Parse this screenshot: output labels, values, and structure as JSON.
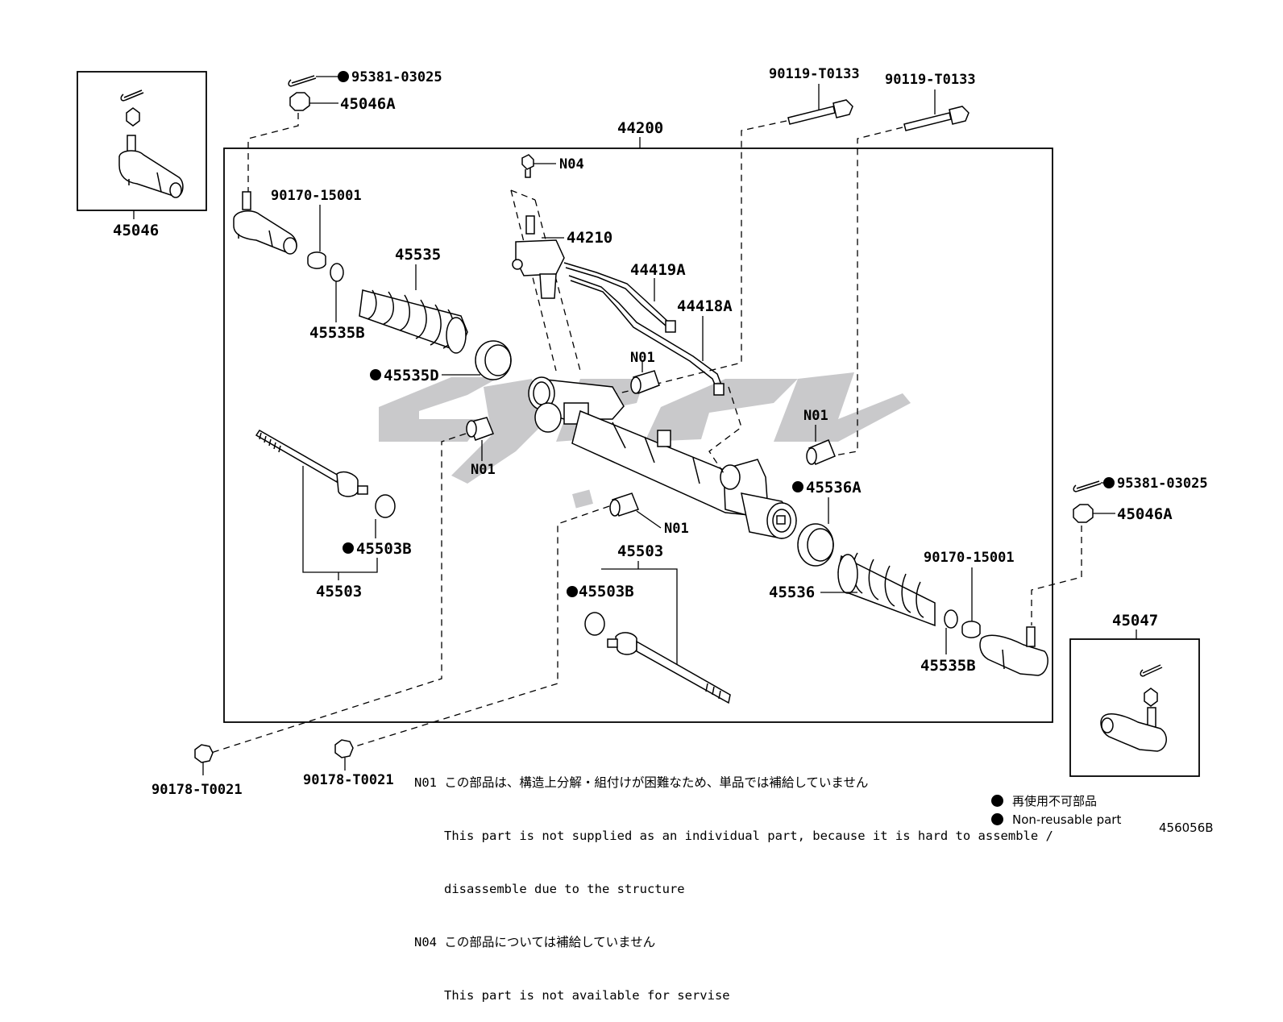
{
  "diagram_id": "456056B",
  "callouts": {
    "main_assembly": "44200",
    "tie_rod_end_left": "45046",
    "tie_rod_end_right": "45047",
    "cotter_pin_left": "95381-03025",
    "cotter_pin_right": "95381-03025",
    "nut_left": "45046A",
    "nut_right": "45046A",
    "bolt_left": "90119-T0133",
    "bolt_right": "90119-T0133",
    "plug_n04": "N04",
    "valve_housing": "44210",
    "tube_a": "44419A",
    "tube_b": "44418A",
    "jam_nut_left": "90170-15001",
    "jam_nut_right": "90170-15001",
    "boot_left": "45535",
    "clip_left": "45535B",
    "clip_right": "45535B",
    "clamp_d": "45535D",
    "clamp_a": "45536A",
    "boot_right": "45536",
    "bushing_n01_a": "N01",
    "bushing_n01_b": "N01",
    "bushing_n01_c": "N01",
    "bushing_n01_d": "N01",
    "rack_end_left": "45503",
    "rack_end_right": "45503",
    "washer_left": "45503B",
    "washer_right": "45503B",
    "mount_nut_left": "90178-T0021",
    "mount_nut_right": "90178-T0021"
  },
  "notes": {
    "n01_code": "N01",
    "n01_jp": "この部品は、構造上分解・組付けが困難なため、単品では補給していません",
    "n01_en_1": "This part is not supplied as an individual part, because it is hard to assemble /",
    "n01_en_2": "disassemble due to the structure",
    "n04_code": "N04",
    "n04_jp": "この部品については補給していません",
    "n04_en": "This part is not available for servise"
  },
  "legend": {
    "jp": "再使用不可部品",
    "en": "Non-reusable part"
  }
}
